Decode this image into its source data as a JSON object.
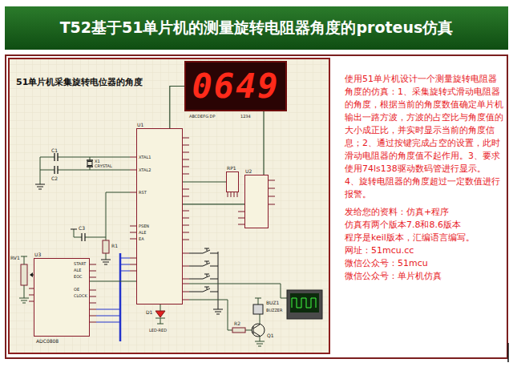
{
  "diagram": {
    "title": "T52基于51单片机的测量旋转电阻器角度的proteus仿真",
    "nodes": [
      {
        "text": [
          "51单片机采集旋转电位器的角度"
        ]
      },
      {
        "text": [
          "0649"
        ],
        "in": 0
      },
      {
        "text": [
          "U1"
        ],
        "in": 0
      },
      {
        "text": [
          "RP1"
        ],
        "in": 0
      },
      {
        "text": [
          "U2"
        ],
        "in": 0
      },
      {
        "text": [
          "U3",
          "ADC0808"
        ],
        "in": 0
      }
    ],
    "edges": [
      {
        "from": 1,
        "to": 2,
        "arrow": "none"
      },
      {
        "from": 2,
        "to": 3,
        "arrow": "none"
      },
      {
        "from": 2,
        "to": 4,
        "arrow": "none"
      },
      {
        "from": 4,
        "to": 1,
        "arrow": "none"
      },
      {
        "from": 5,
        "to": 2,
        "arrow": "none"
      }
    ],
    "labels": [
      "ABCDEFG DP",
      "1234",
      "C1",
      "X1",
      "CRYSTAL",
      "C2",
      "C3",
      "R1",
      "RV1",
      "XTAL1",
      "XTAL2",
      "RST",
      "PSEN",
      "ALE",
      "EA",
      "START",
      "ALE",
      "EOC",
      "OE",
      "CLOCK",
      "D1",
      "LED-RED",
      "R2",
      "Q1",
      "BUZ1",
      "BUZZER",
      "使用51单片机设计一个测量旋转电阻器角度的仿真：1、采集旋转式滑动电阻器的角度，根据当前的角度数值确定单片机输出一路方波，方波的占空比与角度值的大小成正比，并实时显示当前的角度信息；2、通过按键完成占空的设置，此时滑动电阻器的角度值不起作用。3、要求使用74ls138驱动数码管进行显示。",
      "4、旋转电阻器的角度超过一定数值进行报警。",
      "发给您的资料：仿真+程序",
      "仿真有两个版本7.8和8.6版本",
      "程序是keil版本，汇编语言编写。",
      "网址：51mcu.cc",
      "微信公众号：51mcu",
      "微信公众号：单片机仿真"
    ]
  }
}
